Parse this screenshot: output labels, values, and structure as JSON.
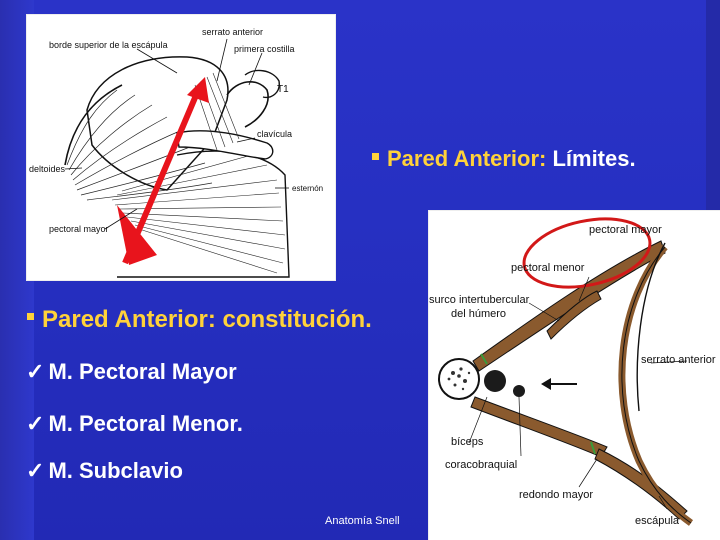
{
  "heading_limits": {
    "prefix": "Pared Anterior:",
    "suffix": "Límites."
  },
  "heading_constitution": "Pared Anterior: constitución.",
  "items": [
    {
      "label": "M. Pectoral Mayor"
    },
    {
      "label": "M. Pectoral Menor."
    },
    {
      "label": "M. Subclavio"
    }
  ],
  "credit": "Anatomía Snell",
  "figure1": {
    "labels": {
      "borde": "borde superior de la escápula",
      "serrato": "serrato anterior",
      "costilla": "primera costilla",
      "t1": "T1",
      "clavicula": "clavícula",
      "deltoides": "deltoides",
      "esternon": "esternón",
      "pectoral_mayor": "pectoral mayor"
    }
  },
  "figure2": {
    "labels": {
      "pectoral_mayor": "pectoral mayor",
      "pectoral_menor": "pectoral menor",
      "surco1": "surco intertubercular",
      "surco2": "del húmero",
      "serrato": "serrato anterior",
      "biceps": "bíceps",
      "coracobraquial": "coracobraquial",
      "redondo": "redondo mayor",
      "escapula": "escápula"
    }
  },
  "colors": {
    "background": "#2630c2",
    "heading_yellow": "#ffd23a",
    "text_white": "#ffffff",
    "arrow_red": "#e8141c",
    "circle_red": "#d21818",
    "muscle_brown": "#8a5a2e"
  }
}
